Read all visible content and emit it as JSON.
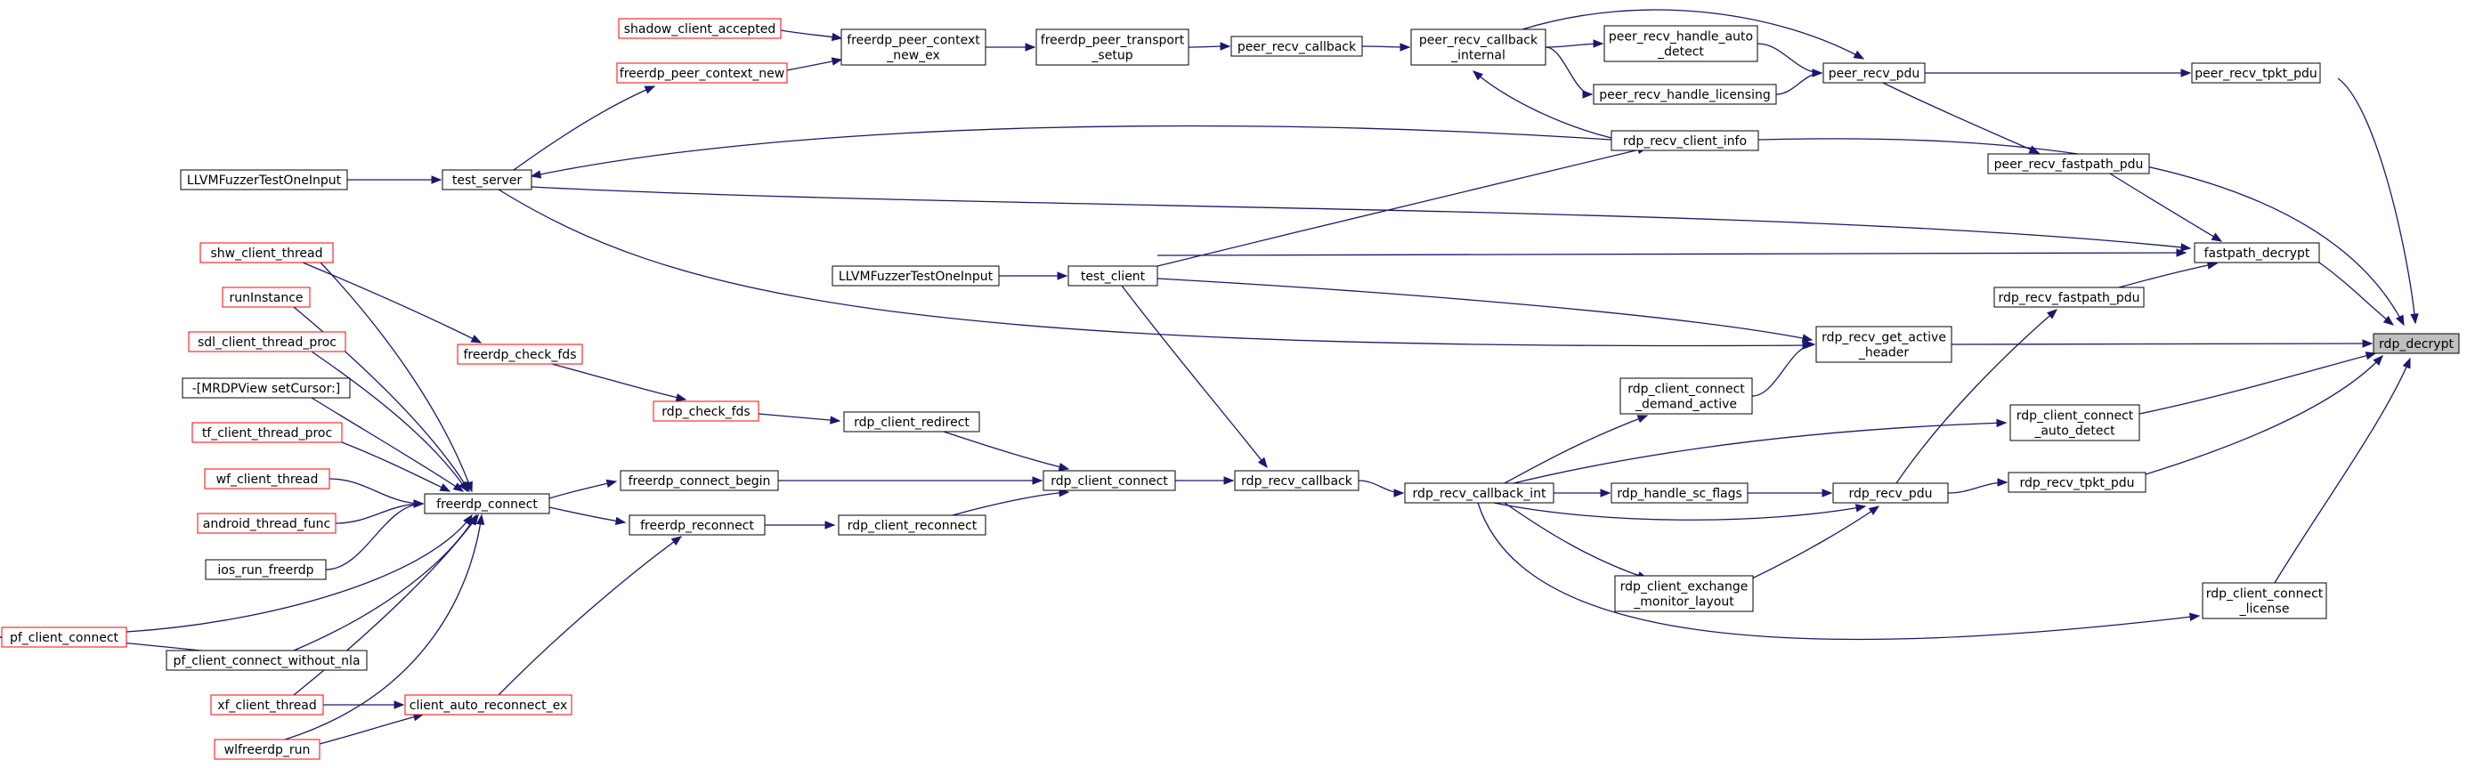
{
  "colors": {
    "edge": "#191970",
    "node_border": "#000000",
    "node_border_truncated": "#ff0000",
    "node_fill": "#ffffff",
    "focus_fill": "#bfbfbf",
    "text": "#000000"
  },
  "nodes": [
    {
      "id": "rdp_decrypt",
      "lines": [
        "rdp_decrypt"
      ],
      "border": "black",
      "focus": true
    },
    {
      "id": "peer_recv_tpkt_pdu",
      "lines": [
        "peer_recv_tpkt_pdu"
      ],
      "border": "black"
    },
    {
      "id": "peer_recv_pdu",
      "lines": [
        "peer_recv_pdu"
      ],
      "border": "black"
    },
    {
      "id": "peer_recv_callback_internal",
      "lines": [
        "peer_recv_callback",
        "_internal"
      ],
      "border": "black"
    },
    {
      "id": "peer_recv_handle_auto_detect",
      "lines": [
        "peer_recv_handle_auto",
        "_detect"
      ],
      "border": "black"
    },
    {
      "id": "peer_recv_handle_licensing",
      "lines": [
        "peer_recv_handle_licensing"
      ],
      "border": "black"
    },
    {
      "id": "peer_recv_callback",
      "lines": [
        "peer_recv_callback"
      ],
      "border": "black"
    },
    {
      "id": "freerdp_peer_transport_setup",
      "lines": [
        "freerdp_peer_transport",
        "_setup"
      ],
      "border": "black"
    },
    {
      "id": "freerdp_peer_context_new_ex",
      "lines": [
        "freerdp_peer_context",
        "_new_ex"
      ],
      "border": "black"
    },
    {
      "id": "shadow_client_accepted",
      "lines": [
        "shadow_client_accepted"
      ],
      "border": "red"
    },
    {
      "id": "freerdp_peer_context_new",
      "lines": [
        "freerdp_peer_context_new"
      ],
      "border": "red"
    },
    {
      "id": "test_server",
      "lines": [
        "test_server"
      ],
      "border": "black"
    },
    {
      "id": "llvm_fuzzer_1",
      "lines": [
        "LLVMFuzzerTestOneInput"
      ],
      "border": "black"
    },
    {
      "id": "rdp_recv_client_info",
      "lines": [
        "rdp_recv_client_info"
      ],
      "border": "black"
    },
    {
      "id": "peer_recv_fastpath_pdu",
      "lines": [
        "peer_recv_fastpath_pdu"
      ],
      "border": "black"
    },
    {
      "id": "fastpath_decrypt",
      "lines": [
        "fastpath_decrypt"
      ],
      "border": "black"
    },
    {
      "id": "rdp_recv_fastpath_pdu",
      "lines": [
        "rdp_recv_fastpath_pdu"
      ],
      "border": "black"
    },
    {
      "id": "llvm_fuzzer_2",
      "lines": [
        "LLVMFuzzerTestOneInput"
      ],
      "border": "black"
    },
    {
      "id": "test_client",
      "lines": [
        "test_client"
      ],
      "border": "black"
    },
    {
      "id": "rdp_recv_get_active_header",
      "lines": [
        "rdp_recv_get_active",
        "_header"
      ],
      "border": "black"
    },
    {
      "id": "rdp_client_connect_demand_active",
      "lines": [
        "rdp_client_connect",
        "_demand_active"
      ],
      "border": "black"
    },
    {
      "id": "rdp_client_connect_auto_detect",
      "lines": [
        "rdp_client_connect",
        "_auto_detect"
      ],
      "border": "black"
    },
    {
      "id": "rdp_recv_tpkt_pdu",
      "lines": [
        "rdp_recv_tpkt_pdu"
      ],
      "border": "black"
    },
    {
      "id": "rdp_recv_pdu",
      "lines": [
        "rdp_recv_pdu"
      ],
      "border": "black"
    },
    {
      "id": "rdp_handle_sc_flags",
      "lines": [
        "rdp_handle_sc_flags"
      ],
      "border": "black"
    },
    {
      "id": "rdp_recv_callback_int",
      "lines": [
        "rdp_recv_callback_int"
      ],
      "border": "black"
    },
    {
      "id": "rdp_client_exchange_monitor_layout",
      "lines": [
        "rdp_client_exchange",
        "_monitor_layout"
      ],
      "border": "black"
    },
    {
      "id": "rdp_client_connect_license",
      "lines": [
        "rdp_client_connect",
        "_license"
      ],
      "border": "black"
    },
    {
      "id": "rdp_recv_callback",
      "lines": [
        "rdp_recv_callback"
      ],
      "border": "black"
    },
    {
      "id": "rdp_client_connect",
      "lines": [
        "rdp_client_connect"
      ],
      "border": "black"
    },
    {
      "id": "rdp_client_redirect",
      "lines": [
        "rdp_client_redirect"
      ],
      "border": "black"
    },
    {
      "id": "rdp_client_reconnect",
      "lines": [
        "rdp_client_reconnect"
      ],
      "border": "black"
    },
    {
      "id": "rdp_check_fds",
      "lines": [
        "rdp_check_fds"
      ],
      "border": "red"
    },
    {
      "id": "freerdp_check_fds",
      "lines": [
        "freerdp_check_fds"
      ],
      "border": "red"
    },
    {
      "id": "freerdp_connect_begin",
      "lines": [
        "freerdp_connect_begin"
      ],
      "border": "black"
    },
    {
      "id": "freerdp_reconnect",
      "lines": [
        "freerdp_reconnect"
      ],
      "border": "black"
    },
    {
      "id": "freerdp_connect",
      "lines": [
        "freerdp_connect"
      ],
      "border": "black"
    },
    {
      "id": "client_auto_reconnect_ex",
      "lines": [
        "client_auto_reconnect_ex"
      ],
      "border": "red"
    },
    {
      "id": "shw_client_thread",
      "lines": [
        "shw_client_thread"
      ],
      "border": "red"
    },
    {
      "id": "runInstance",
      "lines": [
        "runInstance"
      ],
      "border": "red"
    },
    {
      "id": "sdl_client_thread_proc",
      "lines": [
        "sdl_client_thread_proc"
      ],
      "border": "red"
    },
    {
      "id": "mrdpview_setcursor",
      "lines": [
        "-[MRDPView setCursor:]"
      ],
      "border": "black"
    },
    {
      "id": "tf_client_thread_proc",
      "lines": [
        "tf_client_thread_proc"
      ],
      "border": "red"
    },
    {
      "id": "wf_client_thread",
      "lines": [
        "wf_client_thread"
      ],
      "border": "red"
    },
    {
      "id": "android_thread_func",
      "lines": [
        "android_thread_func"
      ],
      "border": "red"
    },
    {
      "id": "ios_run_freerdp",
      "lines": [
        "ios_run_freerdp"
      ],
      "border": "black"
    },
    {
      "id": "pf_client_connect",
      "lines": [
        "pf_client_connect"
      ],
      "border": "red"
    },
    {
      "id": "pf_client_connect_without_nla",
      "lines": [
        "pf_client_connect_without_nla"
      ],
      "border": "black"
    },
    {
      "id": "xf_client_thread",
      "lines": [
        "xf_client_thread"
      ],
      "border": "red"
    },
    {
      "id": "wlfreerdp_run",
      "lines": [
        "wlfreerdp_run"
      ],
      "border": "red"
    }
  ],
  "edges": [
    [
      "peer_recv_tpkt_pdu",
      "rdp_decrypt"
    ],
    [
      "fastpath_decrypt",
      "rdp_decrypt"
    ],
    [
      "rdp_recv_client_info",
      "rdp_decrypt"
    ],
    [
      "rdp_recv_get_active_header",
      "rdp_decrypt"
    ],
    [
      "rdp_client_connect_auto_detect",
      "rdp_decrypt"
    ],
    [
      "rdp_recv_tpkt_pdu",
      "rdp_decrypt"
    ],
    [
      "rdp_client_connect_license",
      "rdp_decrypt"
    ],
    [
      "peer_recv_pdu",
      "peer_recv_tpkt_pdu"
    ],
    [
      "peer_recv_callback_internal",
      "peer_recv_pdu"
    ],
    [
      "peer_recv_handle_auto_detect",
      "peer_recv_pdu"
    ],
    [
      "peer_recv_handle_licensing",
      "peer_recv_pdu"
    ],
    [
      "peer_recv_callback_internal",
      "peer_recv_handle_auto_detect"
    ],
    [
      "peer_recv_callback_internal",
      "peer_recv_handle_licensing"
    ],
    [
      "peer_recv_callback",
      "peer_recv_callback_internal"
    ],
    [
      "freerdp_peer_transport_setup",
      "peer_recv_callback"
    ],
    [
      "freerdp_peer_context_new_ex",
      "freerdp_peer_transport_setup"
    ],
    [
      "shadow_client_accepted",
      "freerdp_peer_context_new_ex"
    ],
    [
      "freerdp_peer_context_new",
      "freerdp_peer_context_new_ex"
    ],
    [
      "test_server",
      "freerdp_peer_context_new"
    ],
    [
      "llvm_fuzzer_1",
      "test_server"
    ],
    [
      "rdp_recv_client_info",
      "peer_recv_callback_internal"
    ],
    [
      "rdp_recv_client_info",
      "test_server"
    ],
    [
      "test_client",
      "rdp_recv_client_info"
    ],
    [
      "peer_recv_pdu",
      "peer_recv_fastpath_pdu"
    ],
    [
      "peer_recv_fastpath_pdu",
      "fastpath_decrypt"
    ],
    [
      "rdp_recv_fastpath_pdu",
      "fastpath_decrypt"
    ],
    [
      "test_server",
      "fastpath_decrypt"
    ],
    [
      "test_client",
      "fastpath_decrypt"
    ],
    [
      "llvm_fuzzer_2",
      "test_client"
    ],
    [
      "rdp_recv_pdu",
      "rdp_recv_fastpath_pdu"
    ],
    [
      "test_client",
      "rdp_recv_get_active_header"
    ],
    [
      "test_server",
      "rdp_recv_get_active_header"
    ],
    [
      "rdp_client_connect_demand_active",
      "rdp_recv_get_active_header"
    ],
    [
      "rdp_recv_callback_int",
      "rdp_client_connect_demand_active"
    ],
    [
      "rdp_recv_callback_int",
      "rdp_client_connect_auto_detect"
    ],
    [
      "rdp_recv_pdu",
      "rdp_recv_tpkt_pdu"
    ],
    [
      "rdp_handle_sc_flags",
      "rdp_recv_pdu"
    ],
    [
      "rdp_recv_callback_int",
      "rdp_recv_pdu"
    ],
    [
      "rdp_client_exchange_monitor_layout",
      "rdp_recv_pdu"
    ],
    [
      "rdp_recv_callback_int",
      "rdp_handle_sc_flags"
    ],
    [
      "rdp_recv_callback_int",
      "rdp_client_exchange_monitor_layout"
    ],
    [
      "rdp_recv_callback_int",
      "rdp_client_connect_license"
    ],
    [
      "rdp_recv_callback",
      "rdp_recv_callback_int"
    ],
    [
      "test_client",
      "rdp_recv_callback"
    ],
    [
      "rdp_client_connect",
      "rdp_recv_callback"
    ],
    [
      "rdp_client_redirect",
      "rdp_client_connect"
    ],
    [
      "freerdp_connect_begin",
      "rdp_client_connect"
    ],
    [
      "rdp_client_reconnect",
      "rdp_client_connect"
    ],
    [
      "rdp_check_fds",
      "rdp_client_redirect"
    ],
    [
      "freerdp_check_fds",
      "rdp_check_fds"
    ],
    [
      "freerdp_reconnect",
      "rdp_client_reconnect"
    ],
    [
      "freerdp_connect",
      "freerdp_connect_begin"
    ],
    [
      "freerdp_connect",
      "freerdp_reconnect"
    ],
    [
      "client_auto_reconnect_ex",
      "freerdp_reconnect"
    ],
    [
      "shw_client_thread",
      "freerdp_check_fds"
    ],
    [
      "shw_client_thread",
      "freerdp_connect"
    ],
    [
      "runInstance",
      "freerdp_connect"
    ],
    [
      "sdl_client_thread_proc",
      "freerdp_connect"
    ],
    [
      "mrdpview_setcursor",
      "freerdp_connect"
    ],
    [
      "tf_client_thread_proc",
      "freerdp_connect"
    ],
    [
      "wf_client_thread",
      "freerdp_connect"
    ],
    [
      "android_thread_func",
      "freerdp_connect"
    ],
    [
      "ios_run_freerdp",
      "freerdp_connect"
    ],
    [
      "pf_client_connect",
      "freerdp_connect"
    ],
    [
      "pf_client_connect_without_nla",
      "freerdp_connect"
    ],
    [
      "xf_client_thread",
      "freerdp_connect"
    ],
    [
      "wlfreerdp_run",
      "freerdp_connect"
    ],
    [
      "pf_client_connect_without_nla",
      "pf_client_connect"
    ],
    [
      "xf_client_thread",
      "client_auto_reconnect_ex"
    ],
    [
      "wlfreerdp_run",
      "client_auto_reconnect_ex"
    ]
  ]
}
